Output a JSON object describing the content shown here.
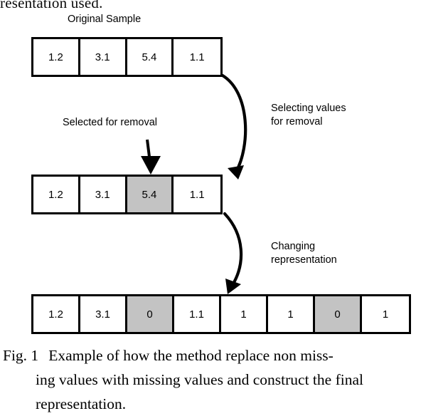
{
  "page": {
    "truncated_body_text": "resentation used.",
    "background_color": "#ffffff",
    "ink_color": "#000000",
    "highlight_color": "#c3c3c3"
  },
  "figure": {
    "labels": {
      "original_sample": "Original Sample",
      "selected_for_removal": "Selected for removal",
      "selecting_values_for_removal": "Selecting values\nfor removal",
      "changing_representation": "Changing\nrepresentation"
    },
    "rows": [
      {
        "name": "original-sample-row",
        "cells": [
          {
            "value": "1.2",
            "highlighted": false
          },
          {
            "value": "3.1",
            "highlighted": false
          },
          {
            "value": "5.4",
            "highlighted": false
          },
          {
            "value": "1.1",
            "highlighted": false
          }
        ]
      },
      {
        "name": "selection-row",
        "cells": [
          {
            "value": "1.2",
            "highlighted": false
          },
          {
            "value": "3.1",
            "highlighted": false
          },
          {
            "value": "5.4",
            "highlighted": true
          },
          {
            "value": "1.1",
            "highlighted": false
          }
        ]
      },
      {
        "name": "final-representation-row",
        "cells": [
          {
            "value": "1.2",
            "highlighted": false
          },
          {
            "value": "3.1",
            "highlighted": false
          },
          {
            "value": "0",
            "highlighted": true
          },
          {
            "value": "1.1",
            "highlighted": false
          },
          {
            "value": "1",
            "highlighted": false
          },
          {
            "value": "1",
            "highlighted": false
          },
          {
            "value": "0",
            "highlighted": true
          },
          {
            "value": "1",
            "highlighted": false
          }
        ]
      }
    ]
  },
  "caption": {
    "tag": "Fig. 1",
    "line1": "Example of how the method replace non miss-",
    "line2": "ing values with missing values and construct the final",
    "line3": "representation."
  }
}
